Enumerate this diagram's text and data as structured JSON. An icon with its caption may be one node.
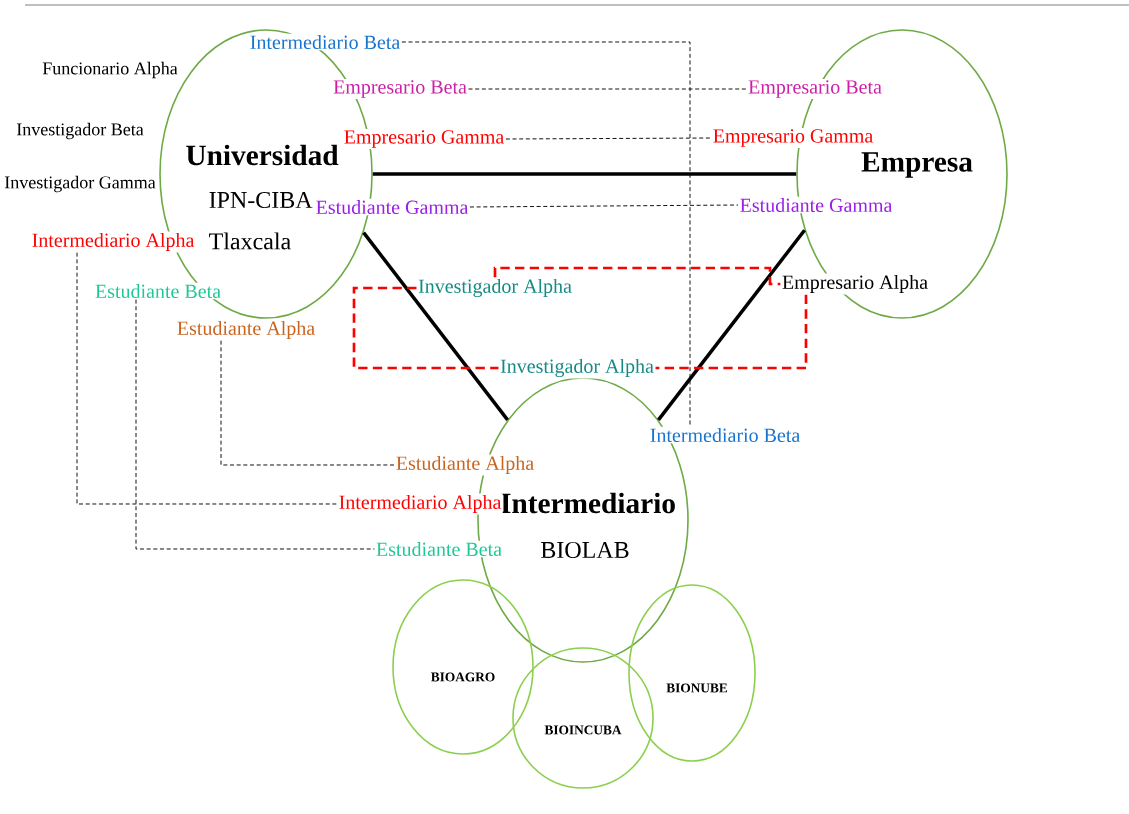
{
  "diagram": {
    "nodes": [
      {
        "text": [
          "Universidad",
          "IPN-CIBA",
          "Tlaxcala"
        ]
      },
      {
        "text": [
          "Empresa"
        ]
      },
      {
        "text": [
          "Intermediario",
          "BIOLAB"
        ]
      },
      {
        "text": [
          "BIOAGRO"
        ]
      },
      {
        "text": [
          "BIOINCUBA"
        ]
      },
      {
        "text": [
          "BIONUBE"
        ]
      },
      {
        "text": [
          "Intermediario Beta"
        ]
      },
      {
        "text": [
          "Empresario Beta"
        ]
      },
      {
        "text": [
          "Empresario Gamma"
        ]
      },
      {
        "text": [
          "Estudiante Gamma"
        ]
      },
      {
        "text": [
          "Empresario Beta"
        ]
      },
      {
        "text": [
          "Empresario Gamma"
        ]
      },
      {
        "text": [
          "Estudiante Gamma"
        ]
      },
      {
        "text": [
          "Intermediario Alpha"
        ]
      },
      {
        "text": [
          "Estudiante Beta"
        ]
      },
      {
        "text": [
          "Investigador Alpha"
        ]
      },
      {
        "text": [
          "Estudiante Alpha"
        ]
      },
      {
        "text": [
          "Empresario Alpha"
        ]
      },
      {
        "text": [
          "Investigador Alpha"
        ]
      },
      {
        "text": [
          "Intermediario Beta"
        ]
      },
      {
        "text": [
          "Estudiante Alpha"
        ]
      },
      {
        "text": [
          "Intermediario Alpha"
        ]
      },
      {
        "text": [
          "Estudiante Beta"
        ]
      }
    ],
    "edges": [
      {
        "from": 0,
        "to": 1,
        "arrow": "none",
        "style": "thick"
      },
      {
        "from": 0,
        "to": 2,
        "arrow": "none",
        "style": "thick"
      },
      {
        "from": 1,
        "to": 2,
        "arrow": "none",
        "style": "thick"
      },
      {
        "from": 6,
        "to": 19,
        "arrow": "none",
        "style": "dashed"
      },
      {
        "from": 7,
        "to": 10,
        "arrow": "none",
        "style": "dashed"
      },
      {
        "from": 8,
        "to": 11,
        "arrow": "none",
        "style": "dashed"
      },
      {
        "from": 9,
        "to": 12,
        "arrow": "none",
        "style": "dashed"
      },
      {
        "from": 13,
        "to": 21,
        "arrow": "none",
        "style": "dashed"
      },
      {
        "from": 14,
        "to": 22,
        "arrow": "none",
        "style": "dashed"
      },
      {
        "from": 16,
        "to": 20,
        "arrow": "none",
        "style": "dashed"
      },
      {
        "from": 15,
        "to": 17,
        "arrow": "none",
        "style": "dashed",
        "color": "#ff0000"
      },
      {
        "from": 15,
        "to": 18,
        "arrow": "none",
        "style": "dashed",
        "color": "#ff0000"
      },
      {
        "from": 17,
        "to": 18,
        "arrow": "none",
        "style": "dashed",
        "color": "#ff0000"
      }
    ],
    "labels": [
      "Funcionario Alpha",
      "Investigador Beta",
      "Investigador Gamma"
    ]
  }
}
